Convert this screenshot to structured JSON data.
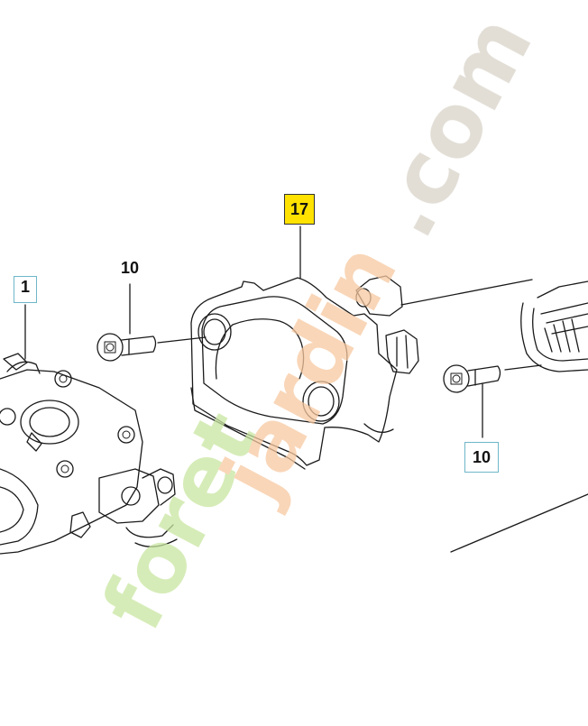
{
  "diagram": {
    "callouts": {
      "carburetor": "1",
      "screw_left": "10",
      "screw_right": "10",
      "intake_flange": "17"
    },
    "watermark": {
      "text_green": "foret",
      "text_orange": "jardin",
      "text_gray": ".com"
    },
    "colors": {
      "line": "#1a1a1a",
      "highlight": "#ffe200",
      "callout_border": "#6fb6c9",
      "watermark_green": "#c8e6a0",
      "watermark_orange": "#f7c9a0",
      "watermark_gray": "#d8d3c8"
    }
  }
}
